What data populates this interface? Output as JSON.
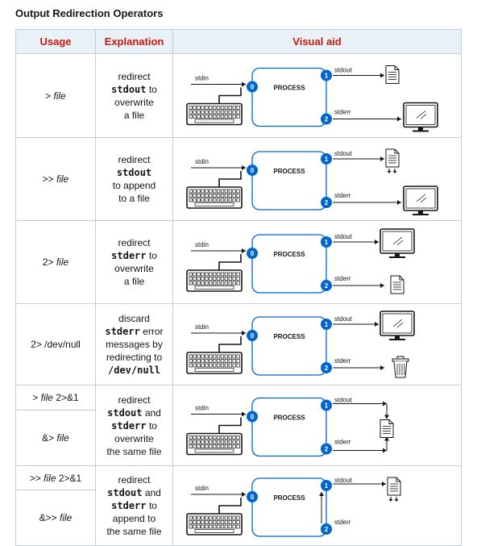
{
  "doc_title": "Output Redirection Operators",
  "headers": {
    "usage": "Usage",
    "explanation": "Explanation",
    "visual": "Visual aid"
  },
  "diagram_labels": {
    "stdin": "stdin",
    "stdout": "stdout",
    "stderr": "stderr",
    "process": "PROCESS",
    "fd0": "0",
    "fd1": "1",
    "fd2": "2"
  },
  "rows": [
    {
      "usage": {
        "op": ">",
        "arg": "file"
      },
      "explanation": [
        {
          "t": "redirect"
        },
        {
          "c": "stdout",
          "after": " to"
        },
        {
          "t": "overwrite"
        },
        {
          "t": "a file"
        }
      ]
    },
    {
      "usage": {
        "op": ">>",
        "arg": "file"
      },
      "explanation": [
        {
          "t": "redirect"
        },
        {
          "c": "stdout"
        },
        {
          "t": "to append"
        },
        {
          "t": "to a file"
        }
      ]
    },
    {
      "usage": {
        "op": "2>",
        "arg": "file"
      },
      "explanation": [
        {
          "t": "redirect"
        },
        {
          "c": "stderr",
          "after": " to"
        },
        {
          "t": "overwrite"
        },
        {
          "t": "a file"
        }
      ]
    },
    {
      "usage": {
        "op": "2>",
        "arg": "/dev/null"
      },
      "explanation": [
        {
          "t": "discard"
        },
        {
          "c": "stderr",
          "after": " error"
        },
        {
          "t": "messages by"
        },
        {
          "t": "redirecting to"
        },
        {
          "c": "/dev/null"
        }
      ]
    },
    {
      "usage_lines": [
        {
          "op": ">",
          "arg": "file",
          "suffix": " 2>&1"
        },
        {
          "op": "&>",
          "arg": "file",
          "suffix": ""
        }
      ],
      "explanation": [
        {
          "t": "redirect"
        },
        {
          "c": "stdout",
          "after": " and"
        },
        {
          "c": "stderr",
          "after": " to"
        },
        {
          "t": "overwrite"
        },
        {
          "t": "the same file"
        }
      ]
    },
    {
      "usage_lines": [
        {
          "op": ">>",
          "arg": "file",
          "suffix": " 2>&1"
        },
        {
          "op": "&>>",
          "arg": "file",
          "suffix": ""
        }
      ],
      "explanation": [
        {
          "t": "redirect"
        },
        {
          "c": "stdout",
          "after": " and"
        },
        {
          "c": "stderr",
          "after": " to"
        },
        {
          "t": "append to"
        },
        {
          "t": "the same file"
        }
      ]
    }
  ],
  "icons": {
    "row1": {
      "top": "file-icon",
      "bottom": "monitor-icon"
    },
    "row2": {
      "top": "file-append-icon",
      "bottom": "monitor-icon"
    },
    "row3": {
      "top": "monitor-icon",
      "bottom": "file-icon"
    },
    "row4": {
      "top": "monitor-icon",
      "bottom": "trash-icon"
    },
    "row5": {
      "top": "file-icon",
      "bottom": "file-icon"
    },
    "row6": {
      "top": "file-append-icon",
      "bottom": "file-append-icon"
    }
  },
  "colors": {
    "header_text": "#c9190b",
    "header_bg": "#e8f1f8",
    "accent": "#0066cc",
    "border": "#c6cdd3"
  }
}
